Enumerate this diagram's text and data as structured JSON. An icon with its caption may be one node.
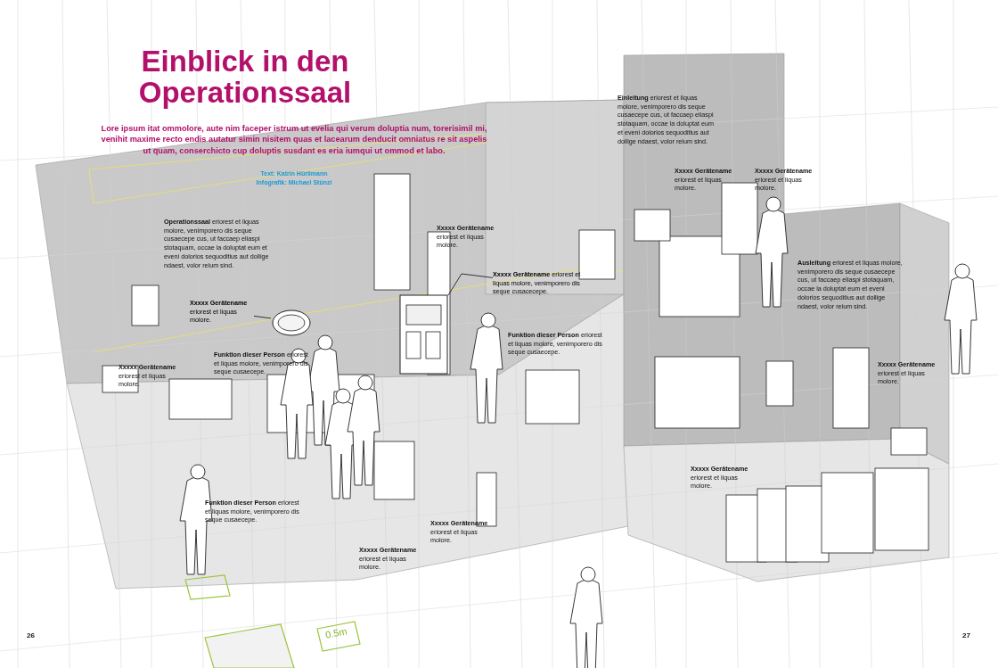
{
  "diagram": {
    "title": "Einblick in den Operationssaal",
    "nodes": [
      {
        "text": [
          "**Xxxxx Gerätename** eriorest et liquas molore, venimporero dis seque cusacecepe."
        ]
      },
      {
        "text": [],
        "shape": "picture"
      },
      {
        "text": [
          "**Xxxxx Gerätename** eriorest et liquas molore."
        ]
      },
      {
        "text": [],
        "shape": "picture"
      }
    ],
    "edges": [
      {
        "from": 0,
        "to": 1,
        "arrow": "none"
      },
      {
        "from": 2,
        "to": 3,
        "arrow": "none"
      }
    ],
    "labels": [
      "Lore ipsum itat ommolore, aute nim faceper istrum ut evelia qui verum doluptia num, torerisimil mi, venihit maxime recto endis autatur simin nisitem quas et lacearum denducit omniatus re sit aspelis ut quam, conserchicto cup doluptis susdant es eria iumqui ut ommod et labo.",
      "Text: Katrin Hürlimann",
      "Infografik: Michael Stünzi",
      "**Einleitung** eriorest et liquas molore, venimporero dis seque cusaecepe cus, ut faccaep eliaspi stotaquam, occae la doluptat eum et eveni dolorios sequoditius aut dollige ndaest, volor reium sind.",
      "**Xxxxx Gerätename** eriorest et liquas molore.",
      "**Xxxxx Gerätename** eriorest et liquas molore.",
      "**Operationssaal** eriorest et liquas molore, venimporero dis seque cusaecepe cus, ut faccaep eliaspi stotaquam, occae la doluptat eum et eveni dolorios sequoditius aut dollige ndaest, volor reium sind.",
      "**Xxxxx Gerätename** eriorest et liquas molore.",
      "**Ausleitung** eriorest et liquas molore, venimporero dis seque cusaecepe cus, ut faccaep eliaspi stotaquam, occae la doluptat eum et eveni dolorios sequoditius aut dollige ndaest, volor reium sind.",
      "**Funktion dieser Person** eriorest et liquas molore, venimporero dis seque cusaecepe.",
      "**Funktion dieser Person** eriorest et liquas molore, venimporero dis seque cusaecepe.",
      "**Xxxxx Gerätename** eriorest et liquas molore.",
      "**Xxxxx Gerätename** eriorest et liquas molore.",
      "**Xxxxx Gerätename** eriorest et liquas molore.",
      "**Funktion dieser Person** eriorest et liquas molore, venimporero dis seque cusaecepe.",
      "**Xxxxx Gerätename** eriorest et liquas molore.",
      "**Xxxxx Gerätename** eriorest et liquas molore.",
      "0.5m",
      "26",
      "27"
    ]
  }
}
